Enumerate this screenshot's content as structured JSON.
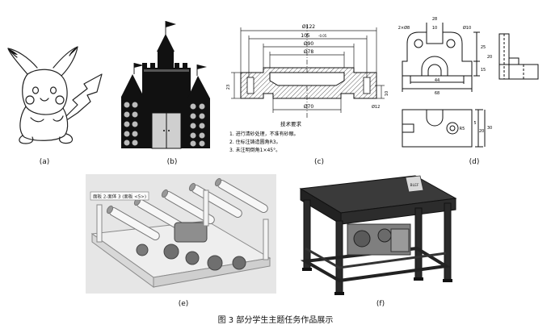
{
  "figure": {
    "caption": "图 3  部分学生主题任务作品展示",
    "panels": [
      {
        "id": "a",
        "label": "(a)",
        "subject": "pikachu-line-drawing"
      },
      {
        "id": "b",
        "label": "(b)",
        "subject": "castle-model"
      },
      {
        "id": "c",
        "label": "(c)",
        "subject": "section-view-engineering-drawing"
      },
      {
        "id": "d",
        "label": "(d)",
        "subject": "three-view-part-drawing"
      },
      {
        "id": "e",
        "label": "(e)",
        "subject": "roller-mechanism-3d-model"
      },
      {
        "id": "f",
        "label": "(f)",
        "subject": "conveyor-machine-3d-model"
      }
    ]
  },
  "drawing_c": {
    "dims": {
      "d122": "Ø122",
      "d105": "105",
      "d105_tol": "-0.05",
      "d90": "Ø90",
      "d78": "Ø78",
      "d70": "Ø70",
      "d12": "Ø12",
      "left_dim": "23",
      "right_dim": "10"
    },
    "notes_title": "技术要求",
    "notes": [
      "1. 进行清砂处理，不准有砂眼。",
      "2. 住标注铸造圆角R3。",
      "3. 未注明倒角1×45°。"
    ]
  },
  "drawing_d": {
    "dims": {
      "top_w": "28",
      "top_inner": "10",
      "hole_left": "2×Ø8",
      "hole_right": "Ø10",
      "side_h1": "25",
      "side_h2": "15",
      "side_h3": "20",
      "bottom_w1": "44",
      "bottom_w2": "68",
      "plan_r": "R5",
      "plan_h1": "5",
      "plan_h2": "20",
      "plan_h3": "30"
    }
  },
  "model_e": {
    "callout": "面板 2-面体 3 (面板 <5>)"
  },
  "model_f": {
    "badge": "BLEF"
  }
}
